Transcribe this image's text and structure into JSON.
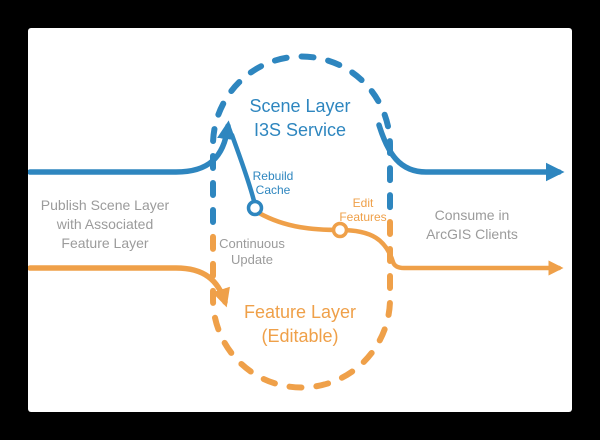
{
  "colors": {
    "blue": "#2e86bf",
    "orange": "#efa049",
    "gray": "#9b9b9b",
    "background": "#000000",
    "canvas": "#ffffff"
  },
  "labels": {
    "scene": {
      "line1": "Scene Layer",
      "line2": "I3S Service"
    },
    "feature": {
      "line1": "Feature Layer",
      "line2": "(Editable)"
    },
    "publish": {
      "line1": "Publish Scene Layer",
      "line2": "with Associated",
      "line3": "Feature Layer"
    },
    "consume": {
      "line1": "Consume in",
      "line2": "ArcGIS Clients"
    },
    "rebuild": {
      "line1": "Rebuild",
      "line2": "Cache"
    },
    "edit": {
      "line1": "Edit",
      "line2": "Features"
    },
    "continuous": {
      "line1": "Continuous",
      "line2": "Update"
    }
  }
}
